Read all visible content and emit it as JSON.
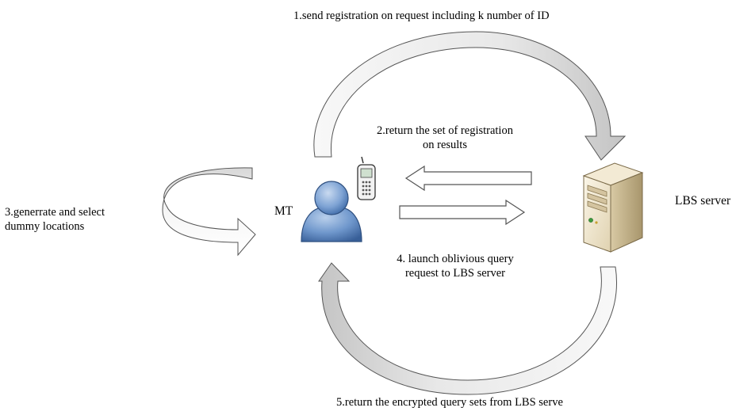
{
  "labels": {
    "step1": "1.send registration on request including k number of ID",
    "step2_line1": "2.return the set of registration",
    "step2_line2": "on results",
    "step3_line1": "3.generrate and select",
    "step3_line2": "dummy locations",
    "step4_line1": "4. launch oblivious query",
    "step4_line2": "request to LBS server",
    "step5": "5.return the encrypted query sets from LBS serve",
    "mt": "MT",
    "server": "LBS server"
  },
  "icons": [
    "user-icon",
    "mobile-phone-icon",
    "server-icon"
  ],
  "colors": {
    "arrow_fill_light": "#f4f4f4",
    "arrow_fill_dark": "#c8c8c8",
    "arrow_stroke": "#555555",
    "user_blue": "#5b87c0",
    "server_beige": "#e8dcc0"
  }
}
